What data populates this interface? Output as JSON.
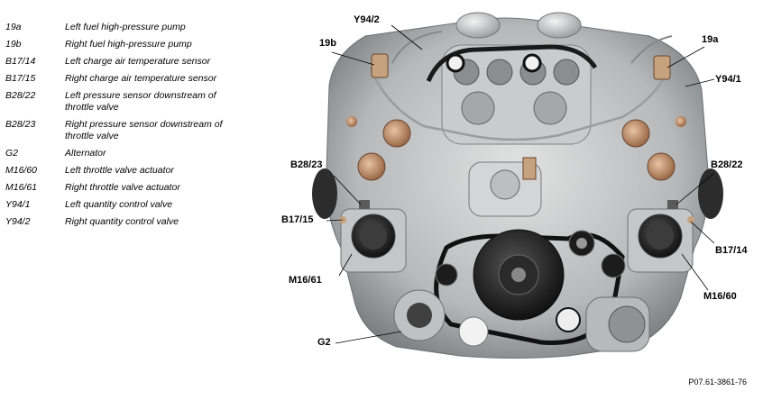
{
  "legend": [
    {
      "code": "19a",
      "desc": "Left fuel high-pressure pump"
    },
    {
      "code": "19b",
      "desc": "Right fuel high-pressure pump"
    },
    {
      "code": "B17/14",
      "desc": "Left charge air temperature sensor"
    },
    {
      "code": "B17/15",
      "desc": "Right charge air temperature sensor"
    },
    {
      "code": "B28/22",
      "desc": "Left pressure sensor downstream of throttle valve"
    },
    {
      "code": "B28/23",
      "desc": "Right pressure sensor downstream of throttle valve"
    },
    {
      "code": "G2",
      "desc": "Alternator"
    },
    {
      "code": "M16/60",
      "desc": "Left throttle valve actuator"
    },
    {
      "code": "M16/61",
      "desc": "Right throttle valve actuator"
    },
    {
      "code": "Y94/1",
      "desc": "Left quantity control valve"
    },
    {
      "code": "Y94/2",
      "desc": "Right quantity control valve"
    }
  ],
  "callouts": {
    "y94_2": "Y94/2",
    "c19b": "19b",
    "c19a": "19a",
    "y94_1": "Y94/1",
    "b28_23": "B28/23",
    "b28_22": "B28/22",
    "b17_15": "B17/15",
    "b17_14": "B17/14",
    "m16_61": "M16/61",
    "m16_60": "M16/60",
    "g2": "G2"
  },
  "figure_ref": "P07.61-3861-76"
}
